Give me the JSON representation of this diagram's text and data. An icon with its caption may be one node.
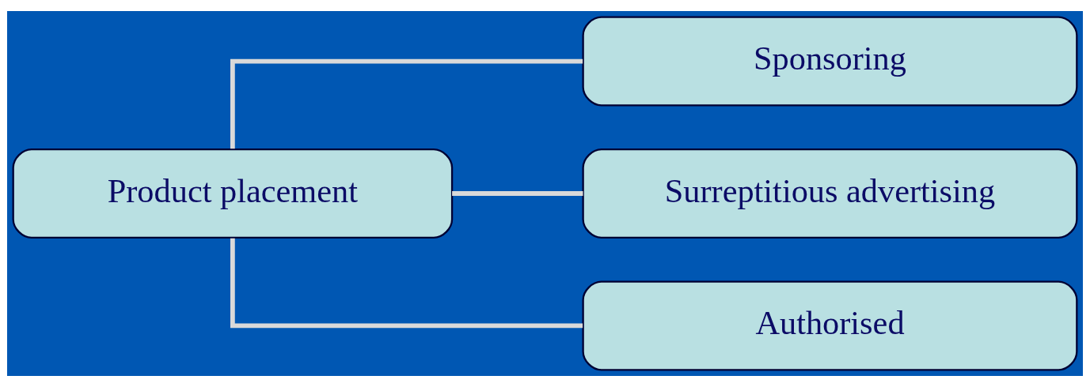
{
  "diagram": {
    "nodes": [
      {
        "text": [
          "Product placement"
        ]
      },
      {
        "text": [
          "Sponsoring"
        ]
      },
      {
        "text": [
          "Surreptitious advertising"
        ]
      },
      {
        "text": [
          "Authorised"
        ]
      }
    ],
    "edges": [
      {
        "from": 0,
        "to": 1,
        "arrow": "none"
      },
      {
        "from": 0,
        "to": 2,
        "arrow": "none"
      },
      {
        "from": 0,
        "to": 3,
        "arrow": "none"
      }
    ]
  }
}
